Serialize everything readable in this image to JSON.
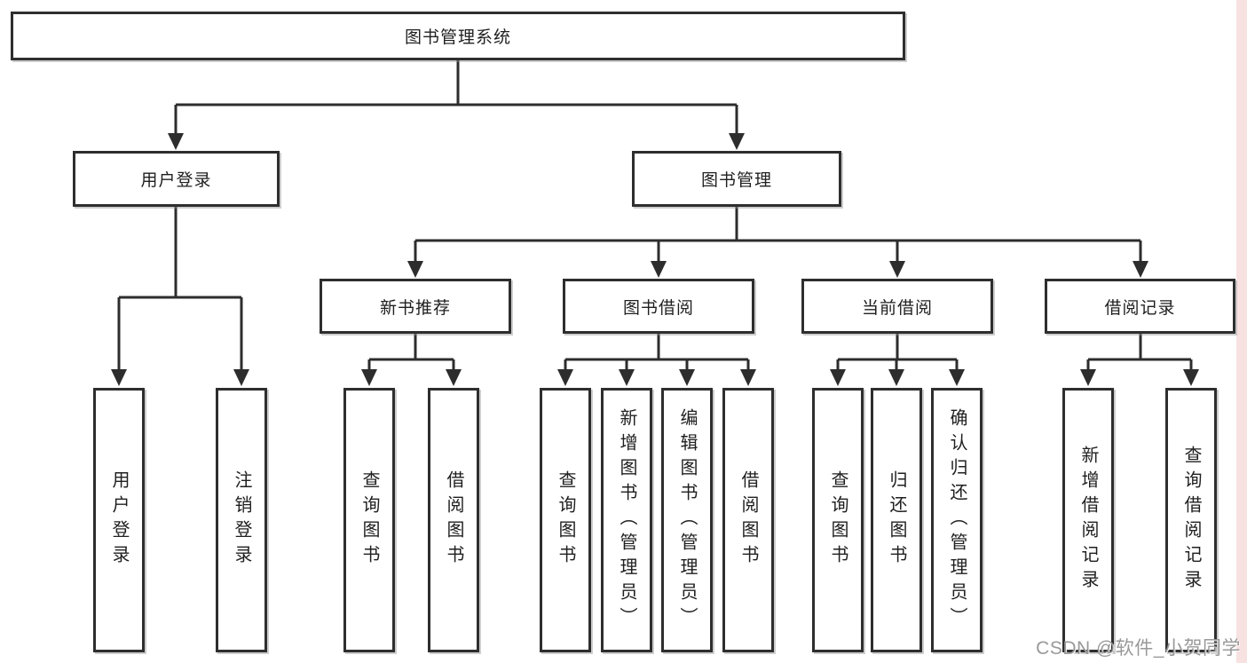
{
  "root": {
    "label": "图书管理系统"
  },
  "level2": [
    {
      "label": "用户登录"
    },
    {
      "label": "图书管理"
    }
  ],
  "level3": [
    {
      "label": "新书推荐"
    },
    {
      "label": "图书借阅"
    },
    {
      "label": "当前借阅"
    },
    {
      "label": "借阅记录"
    }
  ],
  "leaves": [
    {
      "label": "用户登录"
    },
    {
      "label": "注销登录"
    },
    {
      "label": "查询图书"
    },
    {
      "label": "借阅图书"
    },
    {
      "label": "查询图书"
    },
    {
      "label": "新增图书（管理员）"
    },
    {
      "label": "编辑图书（管理员）"
    },
    {
      "label": "借阅图书"
    },
    {
      "label": "查询图书"
    },
    {
      "label": "归还图书"
    },
    {
      "label": "确认归还（管理员）"
    },
    {
      "label": "新增借阅记录"
    },
    {
      "label": "查询借阅记录"
    }
  ],
  "watermark": {
    "text": "CSDN @软件_小贺同学"
  },
  "colors": {
    "line": "#2d2d2d",
    "box_border": "#2e2e2e",
    "text": "#1f1f1f",
    "background": "#ffffff",
    "right_strip": "#f7e1e1",
    "watermark": "#949494"
  }
}
